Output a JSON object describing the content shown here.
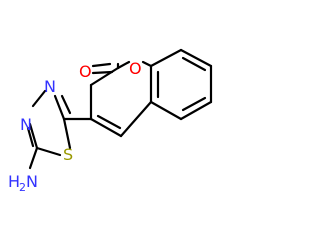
{
  "molecule": {
    "atoms": {
      "carbonyl_oxygen": "O",
      "ring_oxygen": "O",
      "nitrogen_upper": "N",
      "nitrogen_lower": "N",
      "sulfur": "S",
      "amine_h": "H",
      "amine_h_count": "2",
      "amine_n": "N"
    },
    "colors": {
      "bond": "#000000",
      "oxygen": "#ff0000",
      "nitrogen": "#3333ff",
      "sulfur": "#999900"
    }
  }
}
